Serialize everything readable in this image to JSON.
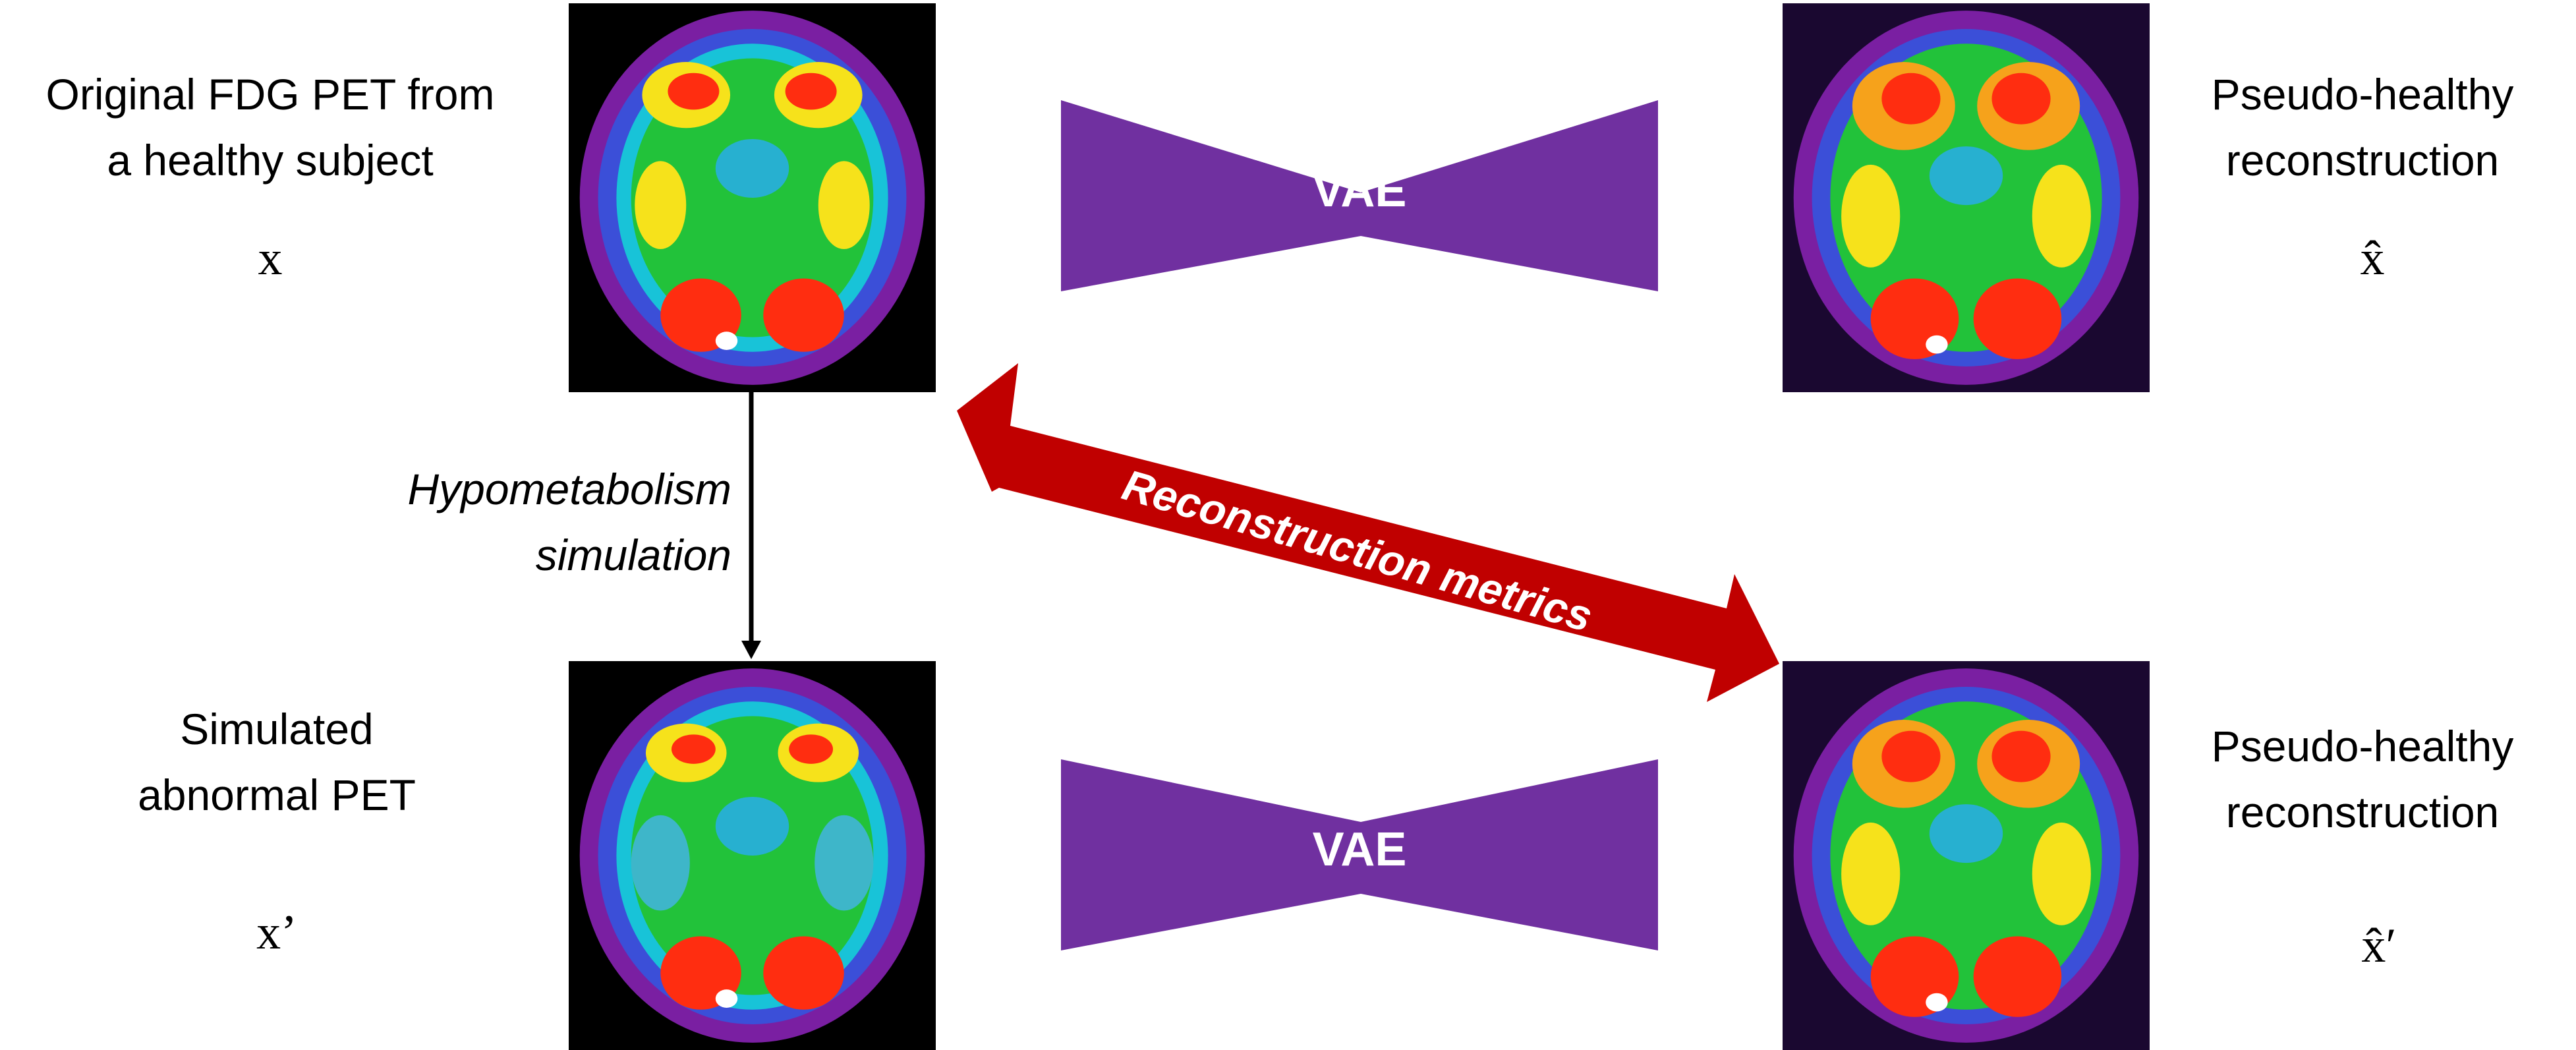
{
  "labels": {
    "original_line1": "Original FDG PET from",
    "original_line2": "a healthy subject",
    "original_symbol": "x",
    "simulated_line1": "Simulated",
    "simulated_line2": "abnormal PET",
    "simulated_symbol": "x’",
    "recon_top_line1": "Pseudo-healthy",
    "recon_top_line2": "reconstruction",
    "recon_top_symbol": "x̂",
    "recon_bottom_line1": "Pseudo-healthy",
    "recon_bottom_line2": "reconstruction",
    "recon_bottom_symbol": "x̂′",
    "arrow_line1": "Hypometabolism",
    "arrow_line2": "simulation",
    "vae_top": "VAE",
    "vae_bottom": "VAE",
    "metrics": "Reconstruction metrics"
  },
  "colors": {
    "vae_purple": "#7030a0",
    "metrics_red": "#c00000"
  }
}
